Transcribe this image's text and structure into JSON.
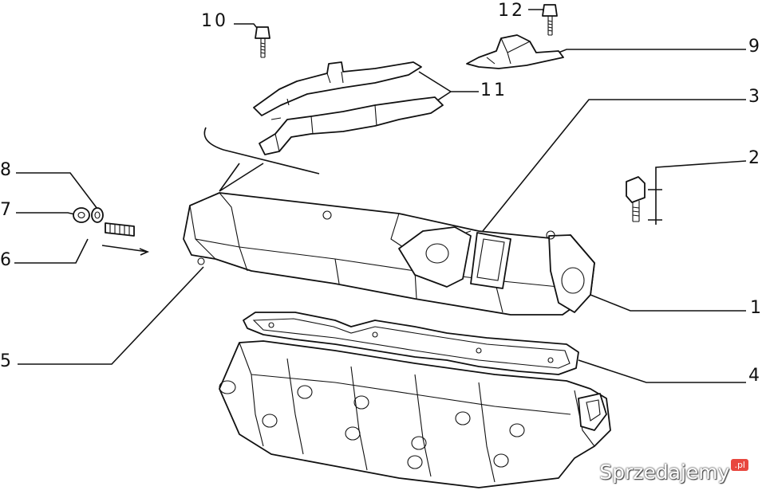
{
  "callouts": [
    {
      "id": "1",
      "text": "1"
    },
    {
      "id": "2",
      "text": "2"
    },
    {
      "id": "3",
      "text": "3"
    },
    {
      "id": "4",
      "text": "4"
    },
    {
      "id": "5",
      "text": "5"
    },
    {
      "id": "6",
      "text": "6"
    },
    {
      "id": "7",
      "text": "7"
    },
    {
      "id": "8",
      "text": "8"
    },
    {
      "id": "9",
      "text": "9"
    },
    {
      "id": "10",
      "text": "10"
    },
    {
      "id": "11",
      "text": "11"
    },
    {
      "id": "12",
      "text": "12"
    }
  ],
  "watermark": {
    "name": "Sprzedajemy",
    "badge": ".pl"
  }
}
